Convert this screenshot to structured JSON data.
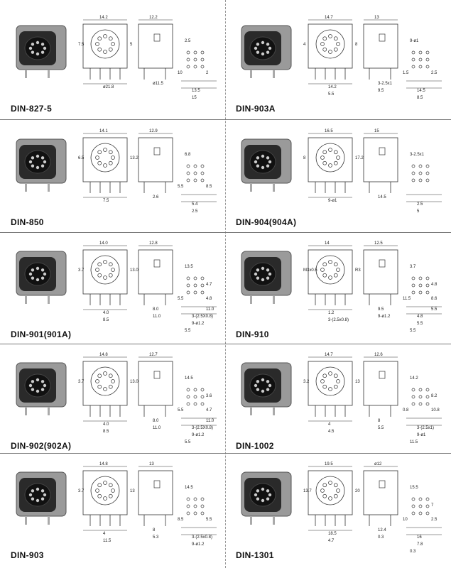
{
  "parts": [
    {
      "label": "DIN-827-5",
      "dims": [
        "14.2",
        "12.2",
        "5",
        "7.5",
        "ø21.8",
        "ø11.5",
        "2.5",
        "13.5",
        "15",
        "2",
        "10"
      ]
    },
    {
      "label": "DIN-903A",
      "dims": [
        "14.7",
        "13",
        "8",
        "4",
        "14.2",
        "3-2.5x1",
        "9-ø1",
        "14.5",
        "8.5",
        "2.5",
        "1.5",
        "5.5",
        "9.5"
      ]
    },
    {
      "label": "DIN-850",
      "dims": [
        "14.1",
        "12.9",
        "13.2",
        "6.5",
        "7.5",
        "2.6",
        "6.8",
        "5.4",
        "2.5",
        "8.5",
        "5.5"
      ]
    },
    {
      "label": "DIN-904(904A)",
      "dims": [
        "16.5",
        "15",
        "17.2",
        "8",
        "9-ø1",
        "14.5",
        "3-2.5x1",
        "2.5",
        "5"
      ]
    },
    {
      "label": "DIN-901(901A)",
      "dims": [
        "14.0",
        "12.8",
        "13.0",
        "3.7",
        "4.0",
        "8.0",
        "13.5",
        "3-(2.5X0.8)",
        "9-ø1.2",
        "4.8",
        "5.5",
        "8.5",
        "11.0",
        "4.7",
        "5.5",
        "11.0"
      ]
    },
    {
      "label": "DIN-910",
      "dims": [
        "14",
        "12.5",
        "R3",
        "M3x0.5",
        "1.2",
        "9.5",
        "3.7",
        "4.8",
        "5.5",
        "8.6",
        "11.5",
        "3-(2.5x0.8)",
        "9-ø1.2",
        "4.8",
        "5.5",
        "5.5"
      ]
    },
    {
      "label": "DIN-902(902A)",
      "dims": [
        "14.8",
        "12.7",
        "13.0",
        "3.7",
        "4.0",
        "8.0",
        "14.5",
        "3-(2.5X0.8)",
        "9-ø1.2",
        "4.7",
        "5.5",
        "8.5",
        "11.0",
        "3.6",
        "5.5",
        "11.0"
      ]
    },
    {
      "label": "DIN-1002",
      "dims": [
        "14.7",
        "12.6",
        "13",
        "3.2",
        "4",
        "8",
        "14.2",
        "3-(2.5x1)",
        "9-ø1",
        "10.8",
        "0.8",
        "4.5",
        "5.5",
        "8.2",
        "11.5"
      ]
    },
    {
      "label": "DIN-903",
      "dims": [
        "14.8",
        "13",
        "13",
        "3.7",
        "4",
        "8",
        "14.5",
        "3-(2.5x0.8)",
        "9-ø1.2",
        "5.5",
        "8.5",
        "11.5",
        "5.3"
      ]
    },
    {
      "label": "DIN-1301",
      "dims": [
        "19.5",
        "ø12",
        "20",
        "13.7",
        "18.5",
        "12.4",
        "15.5",
        "16",
        "7.8",
        "2.5",
        "10",
        "4.7",
        "0.3",
        "7",
        "0.3"
      ]
    }
  ]
}
